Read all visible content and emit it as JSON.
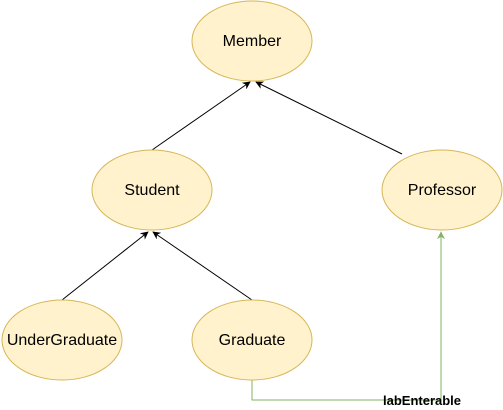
{
  "colors": {
    "node_fill": "#fff2cc",
    "node_stroke": "#d6b656",
    "inheritance_arrow": "#000000",
    "dependency_arrow": "#82b366"
  },
  "nodes": {
    "member": {
      "label": "Member"
    },
    "student": {
      "label": "Student"
    },
    "professor": {
      "label": "Professor"
    },
    "undergraduate": {
      "label": "UnderGraduate"
    },
    "graduate": {
      "label": "Graduate"
    }
  },
  "edges": {
    "lab_enterable": {
      "label": "labEnterable"
    }
  }
}
